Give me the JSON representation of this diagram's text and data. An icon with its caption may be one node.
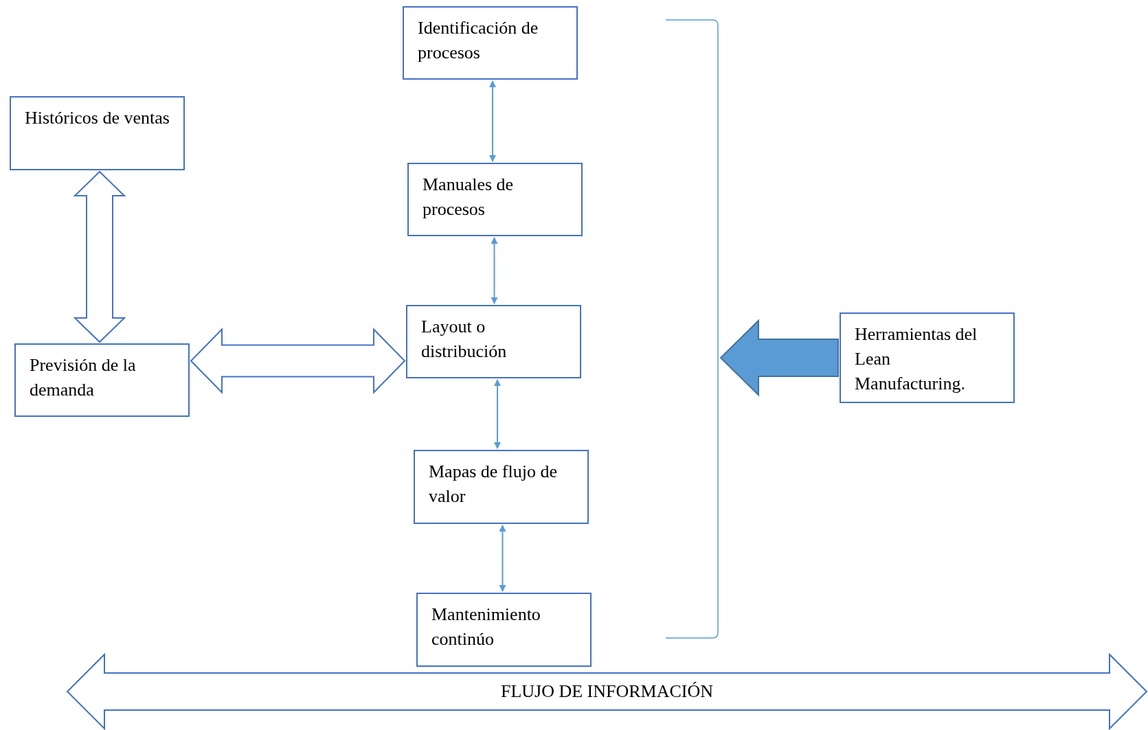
{
  "diagram": {
    "nodes": [
      {
        "text": [
          "Históricos de ventas"
        ]
      },
      {
        "text": [
          "Previsión de la demanda"
        ]
      },
      {
        "text": [
          "Identificación de procesos"
        ]
      },
      {
        "text": [
          "Manuales de procesos"
        ]
      },
      {
        "text": [
          "Layout o distribución"
        ]
      },
      {
        "text": [
          "Mapas de flujo de valor"
        ]
      },
      {
        "text": [
          "Mantenimiento continúo"
        ]
      },
      {
        "text": [
          "Herramientas del Lean Manufacturing."
        ]
      },
      {
        "text": [
          "FLUJO DE INFORMACIÓN"
        ]
      },
      {
        "text": [],
        "shape": "bracket"
      }
    ],
    "edges": [
      {
        "from": 0,
        "to": 1,
        "arrow": "both",
        "style": "thick"
      },
      {
        "from": 1,
        "to": 4,
        "arrow": "both",
        "style": "thick"
      },
      {
        "from": 2,
        "to": 3,
        "arrow": "both"
      },
      {
        "from": 3,
        "to": 4,
        "arrow": "both"
      },
      {
        "from": 4,
        "to": 5,
        "arrow": "both"
      },
      {
        "from": 5,
        "to": 6,
        "arrow": "both"
      },
      {
        "from": 7,
        "to": 9,
        "arrow": "to",
        "style": "thick",
        "color": "#5b9bd5"
      }
    ]
  }
}
